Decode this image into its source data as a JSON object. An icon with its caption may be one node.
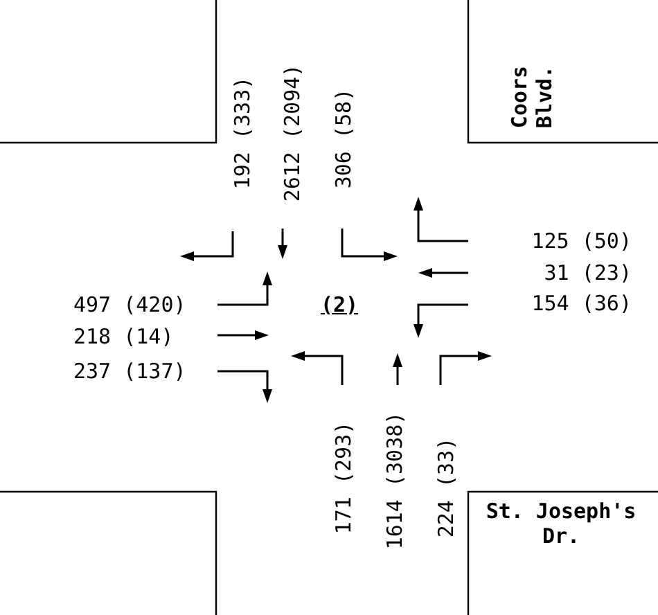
{
  "diagram": {
    "labels": [
      "192 (333)",
      "2612 (2094)",
      "306 (58)",
      "Coors Blvd.",
      "125 (50)",
      "31 (23)",
      "497 (420)",
      "(2)",
      "154 (36)",
      "218 (14)",
      "237 (137)",
      "171 (293)",
      "1614 (3038)",
      "224 (33)",
      "St. Joseph's Dr."
    ]
  }
}
